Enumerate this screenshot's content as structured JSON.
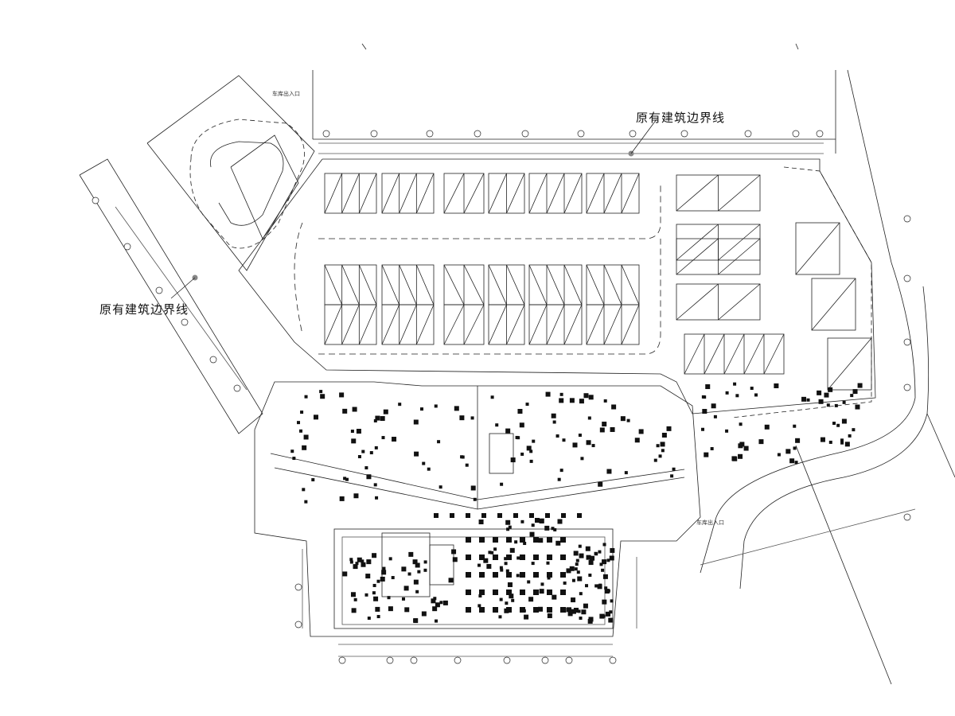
{
  "drawing": {
    "boundary_label_top": "原有建筑边界线",
    "boundary_label_left": "原有建筑边界线",
    "entrance_top": "车库出入口",
    "entrance_bottom_right": "车库出入口",
    "colors": {
      "line": "#222222",
      "dim": "#555555",
      "fill": "#111111"
    }
  }
}
